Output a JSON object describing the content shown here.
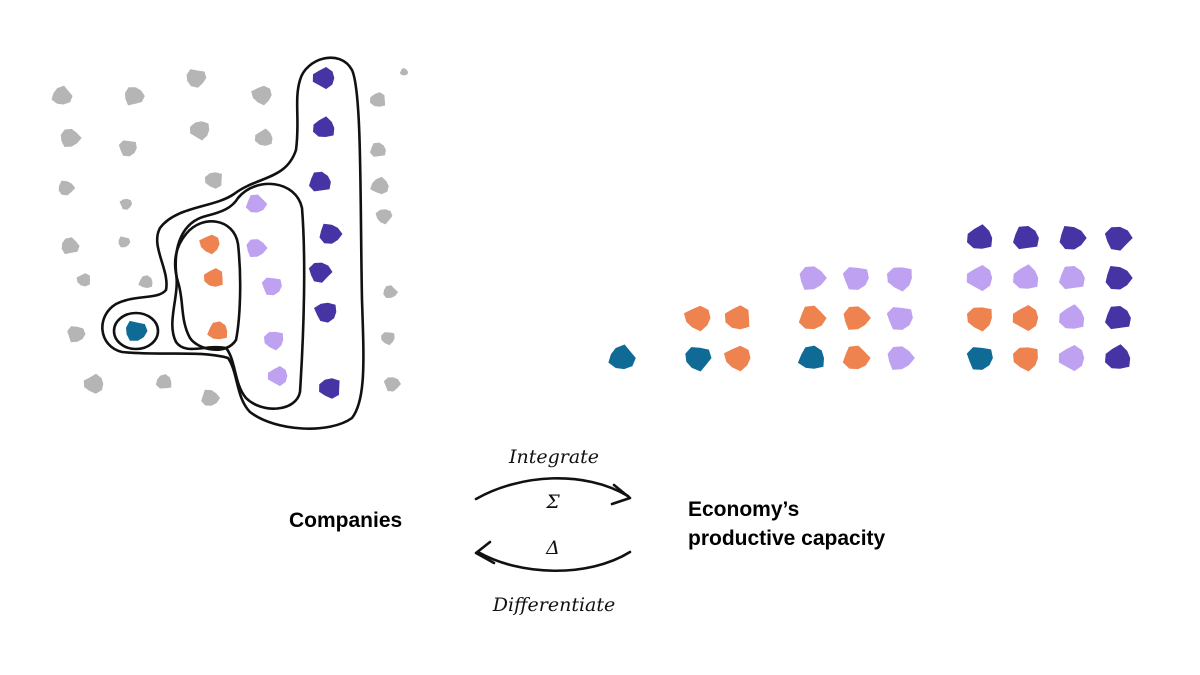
{
  "labels": {
    "companies": "Companies",
    "economy_line1": "Economy’s",
    "economy_line2": "productive capacity",
    "integrate": "Integrate",
    "differentiate": "Differentiate",
    "sigma": "Σ",
    "delta": "Δ"
  },
  "colors": {
    "gray": "#b5b5b5",
    "teal": "#0f6a96",
    "orange": "#ef8350",
    "lavender": "#bfa1f2",
    "purple": "#4633a4",
    "outline": "#111111"
  },
  "groups": {
    "teal": 1,
    "orange": 3,
    "lavender": 5,
    "purple": 7
  },
  "cumulative_stacks": [
    {
      "level": 1,
      "rows": [
        [
          "teal"
        ]
      ]
    },
    {
      "level": 2,
      "rows": [
        [
          "teal",
          "orange"
        ],
        [
          "orange",
          "orange"
        ]
      ]
    },
    {
      "level": 3,
      "rows": [
        [
          "teal",
          "orange",
          "lavender"
        ],
        [
          "orange",
          "orange",
          "lavender"
        ],
        [
          "lavender",
          "lavender",
          "lavender"
        ]
      ]
    },
    {
      "level": 4,
      "rows": [
        [
          "teal",
          "orange",
          "lavender",
          "purple"
        ],
        [
          "orange",
          "orange",
          "lavender",
          "purple"
        ],
        [
          "lavender",
          "lavender",
          "lavender",
          "purple"
        ],
        [
          "purple",
          "purple",
          "purple",
          "purple"
        ]
      ]
    }
  ]
}
